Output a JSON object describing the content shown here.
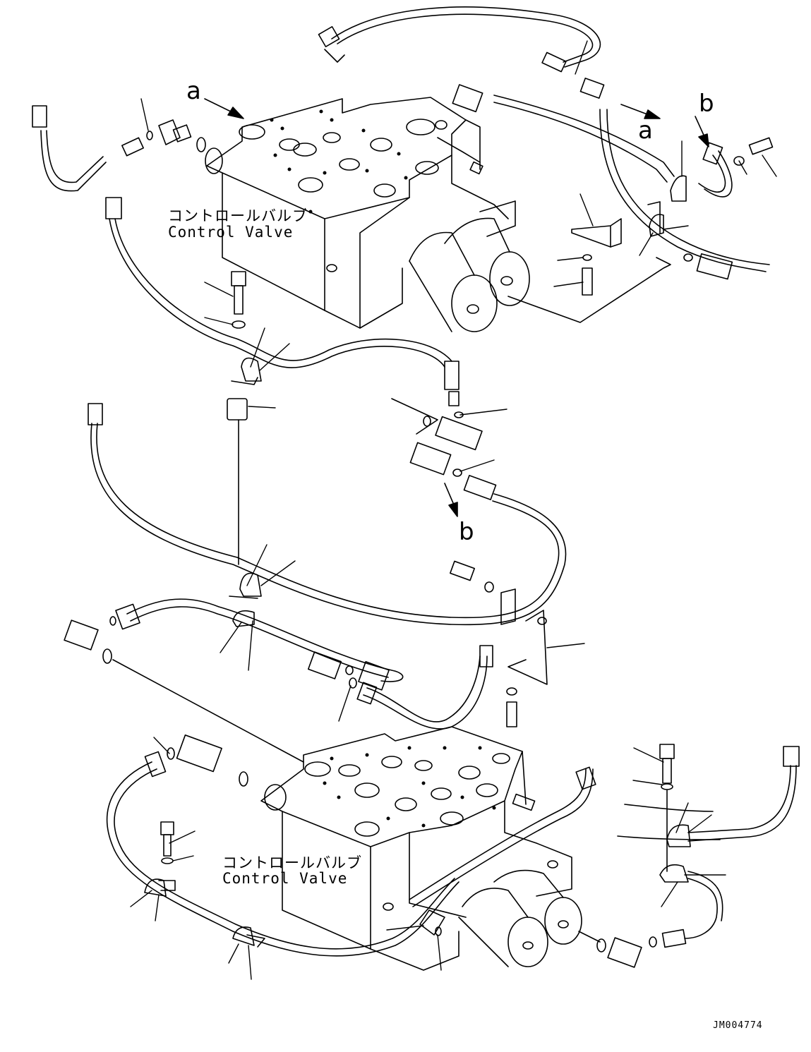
{
  "labels": {
    "cv_top_jp": "コントロールバルブ",
    "cv_top_en": "Control Valve",
    "cv_bottom_jp": "コントロールバルブ",
    "cv_bottom_en": "Control Valve",
    "ref_a": "a",
    "ref_b": "b",
    "doc_id": "JM004774"
  },
  "colors": {
    "line": "#000000",
    "background": "#ffffff"
  }
}
